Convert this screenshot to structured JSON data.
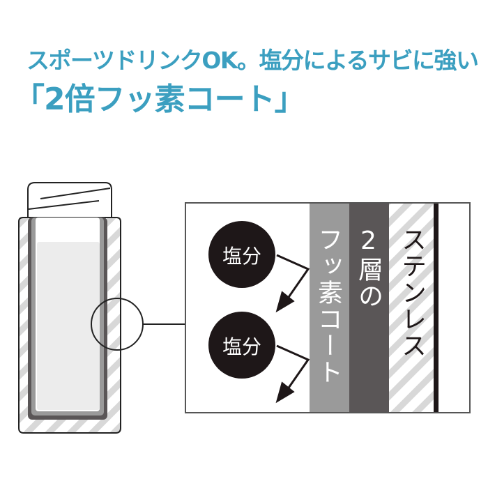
{
  "headline": {
    "line1": "スポーツドリンクOK。塩分によるサビに強い",
    "line2": "「2倍フッ素コート」"
  },
  "diagram": {
    "salt_label_1": "塩分",
    "salt_label_2": "塩分",
    "layer_fluorine": "フッ素コート",
    "layer_two_layer": "2層の",
    "layer_stainless": "ステンレス"
  },
  "colors": {
    "headline": "#3b9fc0",
    "fluorine_layer": "#9a9a9a",
    "two_layer": "#5a5657",
    "stainless_stripe": "#d8d8d8",
    "salt_circle": "#1e1718"
  }
}
